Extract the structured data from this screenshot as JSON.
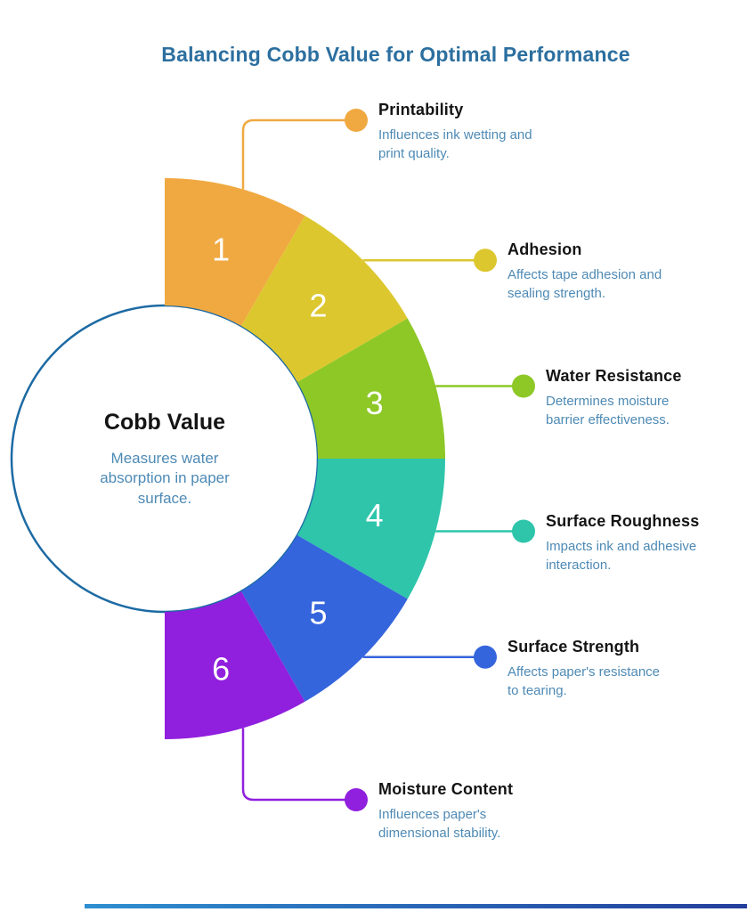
{
  "page": {
    "title": "Balancing Cobb Value for Optimal Performance"
  },
  "center": {
    "title": "Cobb Value",
    "description": "Measures water absorption in paper surface."
  },
  "items": [
    {
      "num": "1",
      "title": "Printability",
      "description": "Influences ink wetting and print quality.",
      "color": "#F0A941"
    },
    {
      "num": "2",
      "title": "Adhesion",
      "description": "Affects tape adhesion and sealing strength.",
      "color": "#DCC72E"
    },
    {
      "num": "3",
      "title": "Water Resistance",
      "description": "Determines moisture barrier effectiveness.",
      "color": "#8DC826"
    },
    {
      "num": "4",
      "title": "Surface Roughness",
      "description": "Impacts ink and adhesive interaction.",
      "color": "#2EC5AB"
    },
    {
      "num": "5",
      "title": "Surface Strength",
      "description": "Affects paper's resistance to tearing.",
      "color": "#3565DC"
    },
    {
      "num": "6",
      "title": "Moisture Content",
      "description": "Influences paper's dimensional stability.",
      "color": "#901FDE"
    }
  ],
  "colors": {
    "heading": "#2C6F9F",
    "description_text": "#4E8AB5",
    "circle_stroke": "#1C6AA3",
    "number_text": "#FFFFFF",
    "accent_bar_start": "#2E8FD0",
    "accent_bar_end": "#243E9C"
  }
}
